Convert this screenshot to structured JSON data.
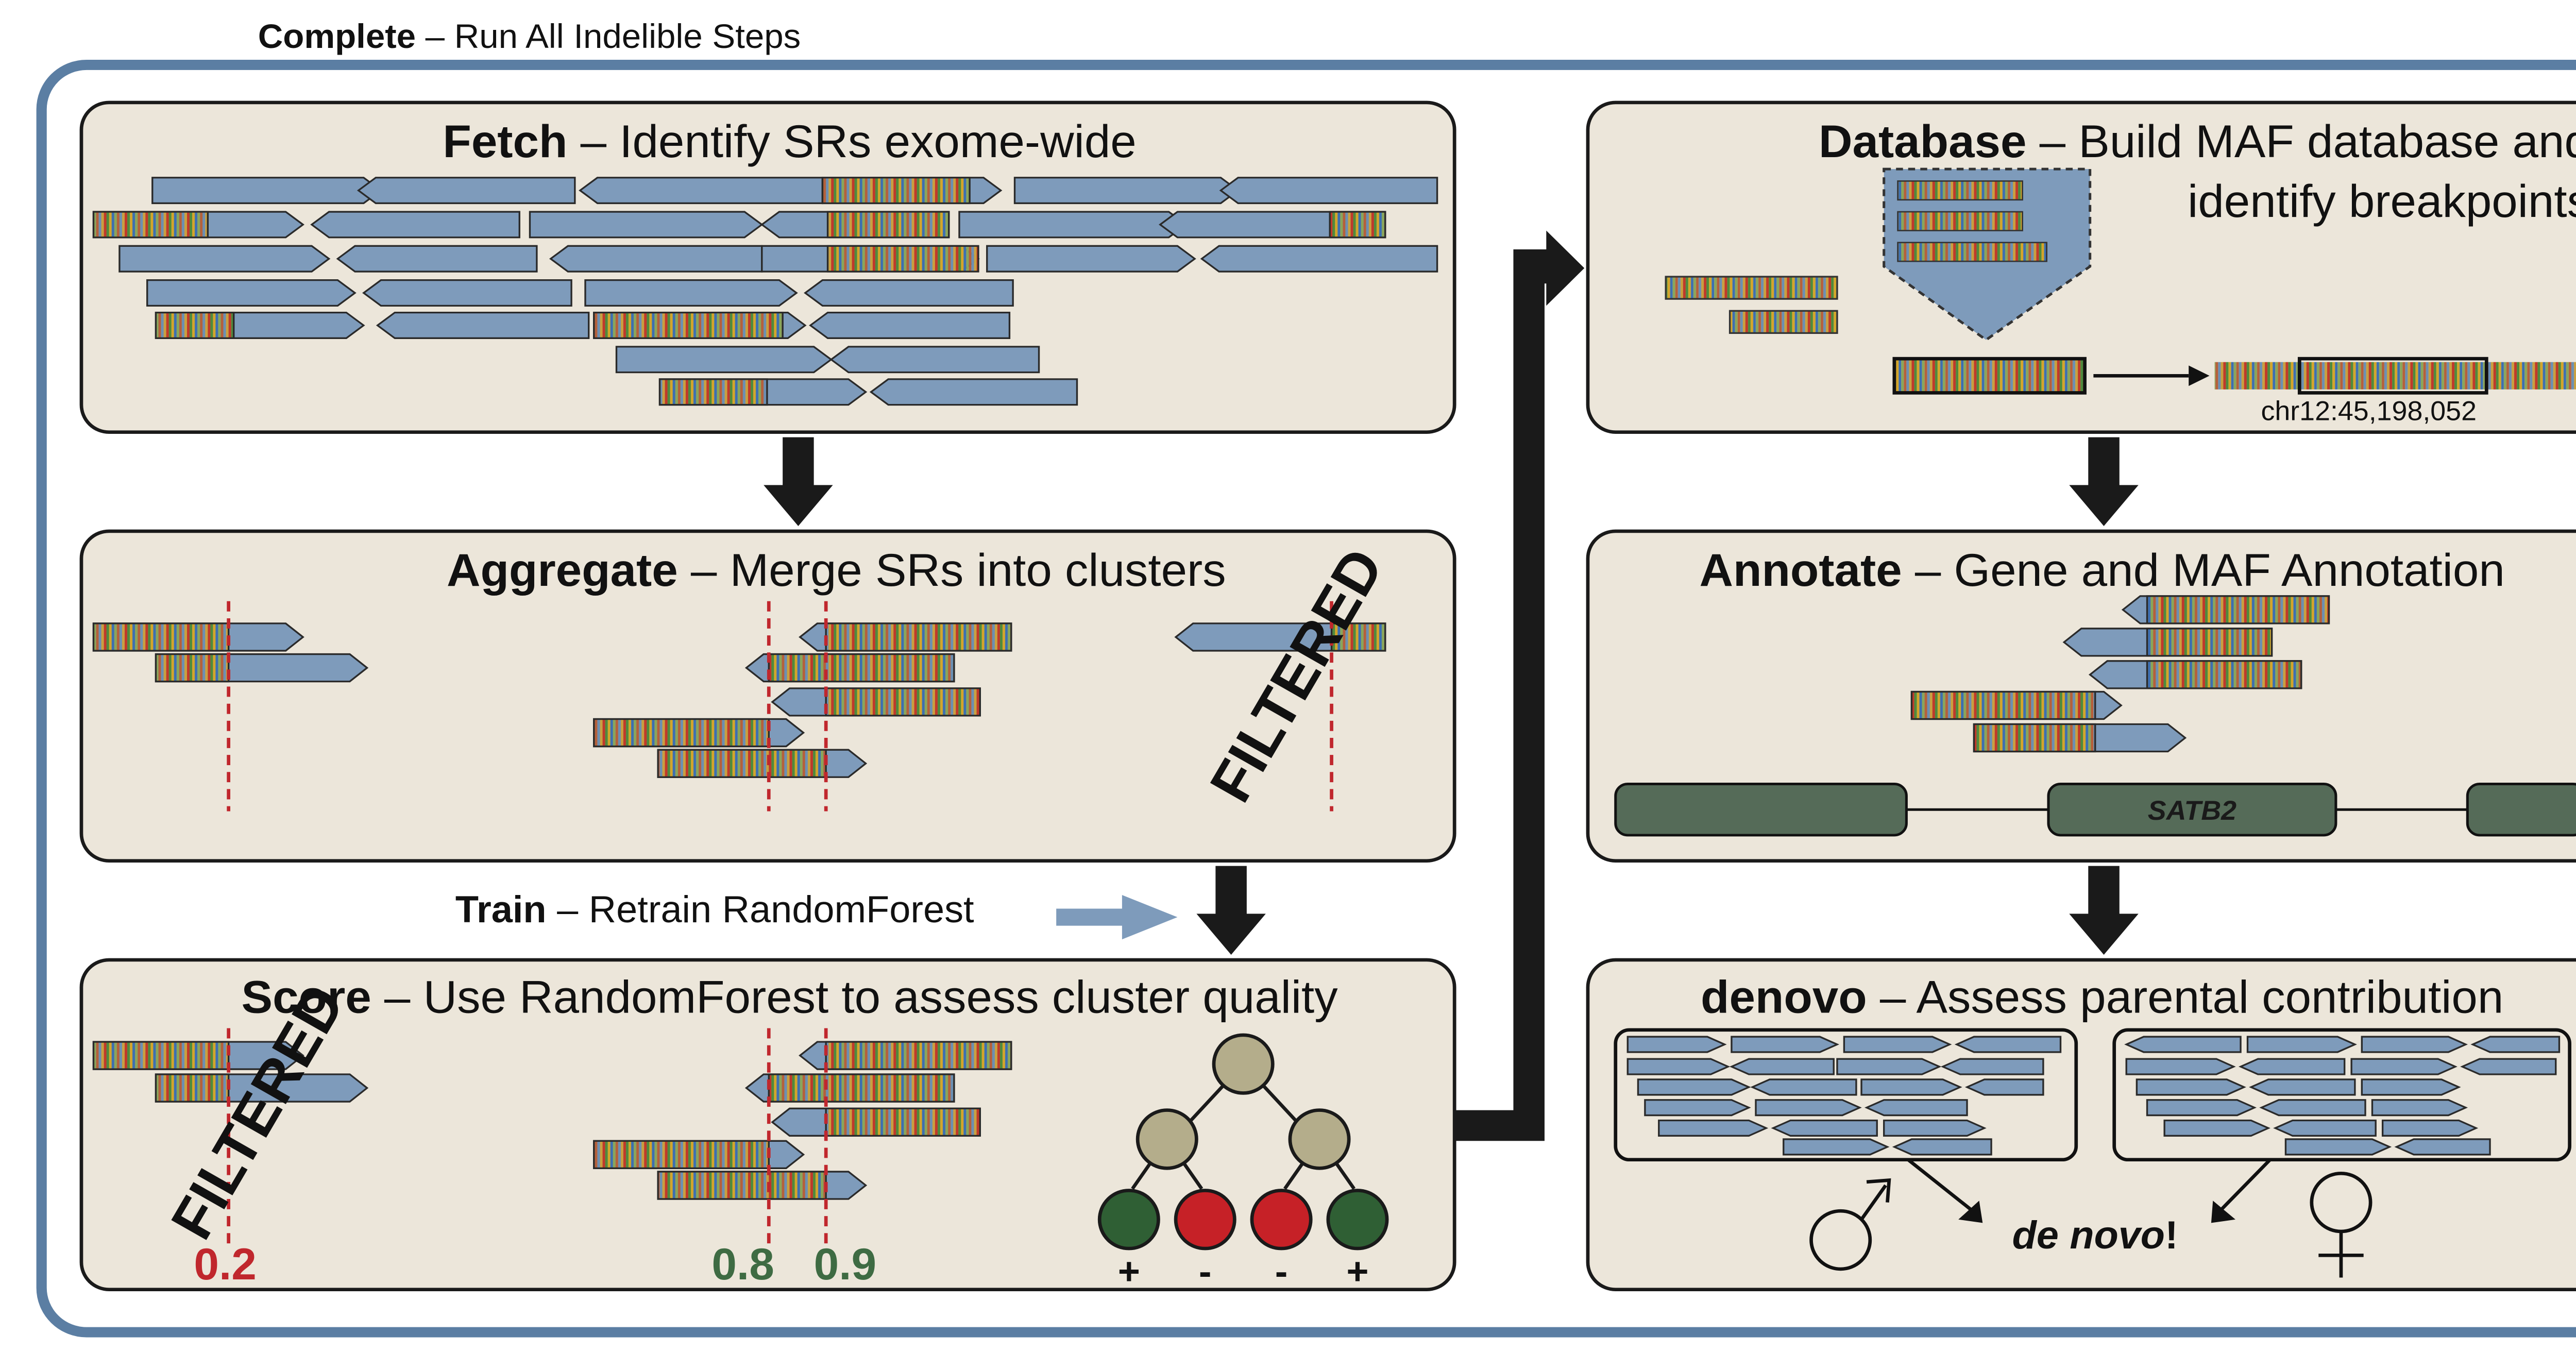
{
  "header": {
    "bold": "Complete",
    "rest": " – Run All Indelible Steps"
  },
  "steps": {
    "fetch": {
      "title": "Fetch",
      "desc": " – Identify SRs exome-wide"
    },
    "aggregate": {
      "title": "Aggregate",
      "desc": " – Merge SRs into clusters"
    },
    "score": {
      "title": "Score",
      "desc": " – Use RandomForest to assess cluster quality"
    },
    "database": {
      "title": "Database",
      "desc": " – Build MAF database and",
      "desc2": "identify breakpoints"
    },
    "annotate": {
      "title": "Annotate",
      "desc": " – Gene and MAF Annotation"
    },
    "denovo": {
      "title": "denovo",
      "desc": " – Assess parental contribution"
    }
  },
  "train": {
    "title": "Train",
    "desc": " – Retrain RandomForest"
  },
  "filtered_label": "FILTERED",
  "scores": [
    "0.2",
    "0.8",
    "0.9"
  ],
  "tree_signs": [
    "+",
    "-",
    "-",
    "+"
  ],
  "coordinate": "chr12:45,198,052",
  "gene": "SATB2",
  "de_novo": {
    "italic": "de novo",
    "tail": "!"
  },
  "colors": {
    "outer_border": "#5b7ea3",
    "panel_fill": "#ece6da",
    "read_blue": "#7e9bbb",
    "gene_green": "#556b58",
    "score_red": "#c0272d",
    "score_green": "#3e6b43",
    "node_tan": "#b4ad8b",
    "node_green": "#2f5f34",
    "node_red": "#c62127",
    "dashed_red": "#c0272d"
  },
  "icons": [
    "male-symbol-icon",
    "female-symbol-icon",
    "decision-tree-icon",
    "arrow-icon"
  ]
}
